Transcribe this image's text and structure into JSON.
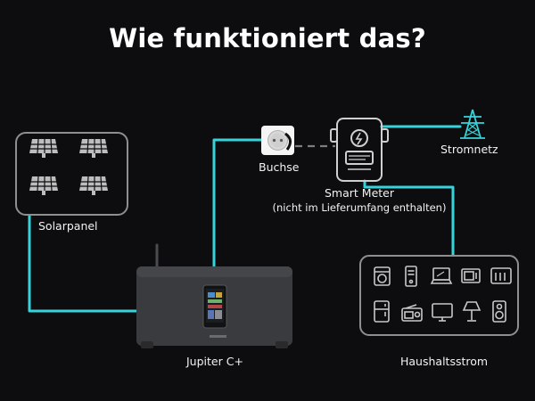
{
  "title": "Wie funktioniert das?",
  "labels": {
    "solar": "Solarpanel",
    "socket": "Buchse",
    "meter": "Smart Meter",
    "meter_note": "(nicht im Lieferumfang enthalten)",
    "grid": "Stromnetz",
    "device": "Jupiter C+",
    "household": "Haushaltsstrom"
  },
  "colors": {
    "background": "#0d0d0f",
    "cable": "#36d3db",
    "box_border": "#8f8f8f",
    "icon": "#c8c8c8"
  },
  "icons": [
    "solar-panel-icon",
    "socket-icon",
    "smart-meter-icon",
    "power-tower-icon",
    "battery-unit",
    "washing-machine-icon",
    "pc-tower-icon",
    "laptop-icon",
    "microwave-icon",
    "toaster-icon",
    "fridge-icon",
    "radio-icon",
    "tv-icon",
    "lamp-icon",
    "speaker-icon"
  ]
}
